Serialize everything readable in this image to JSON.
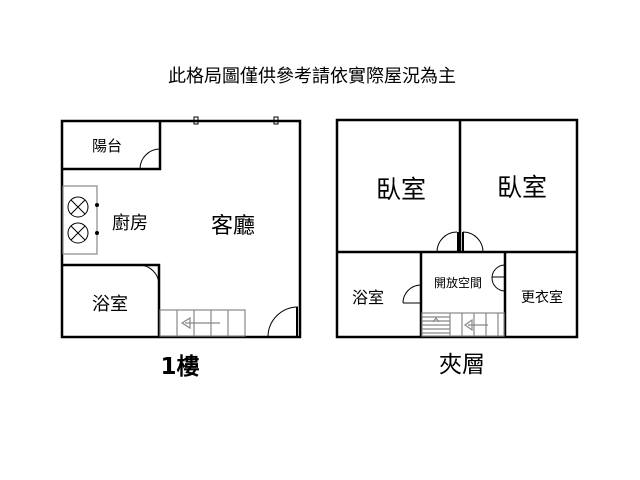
{
  "title": "此格局圖僅供參考請依實際屋況為主",
  "floor1": {
    "label": "1樓",
    "rooms": {
      "balcony": "陽台",
      "kitchen": "廚房",
      "living": "客廳",
      "bathroom": "浴室"
    }
  },
  "mezzanine": {
    "label": "夾層",
    "rooms": {
      "bedroom1": "臥室",
      "bedroom2": "臥室",
      "bathroom": "浴室",
      "open_space": "開放空間",
      "dressing": "更衣室"
    }
  }
}
